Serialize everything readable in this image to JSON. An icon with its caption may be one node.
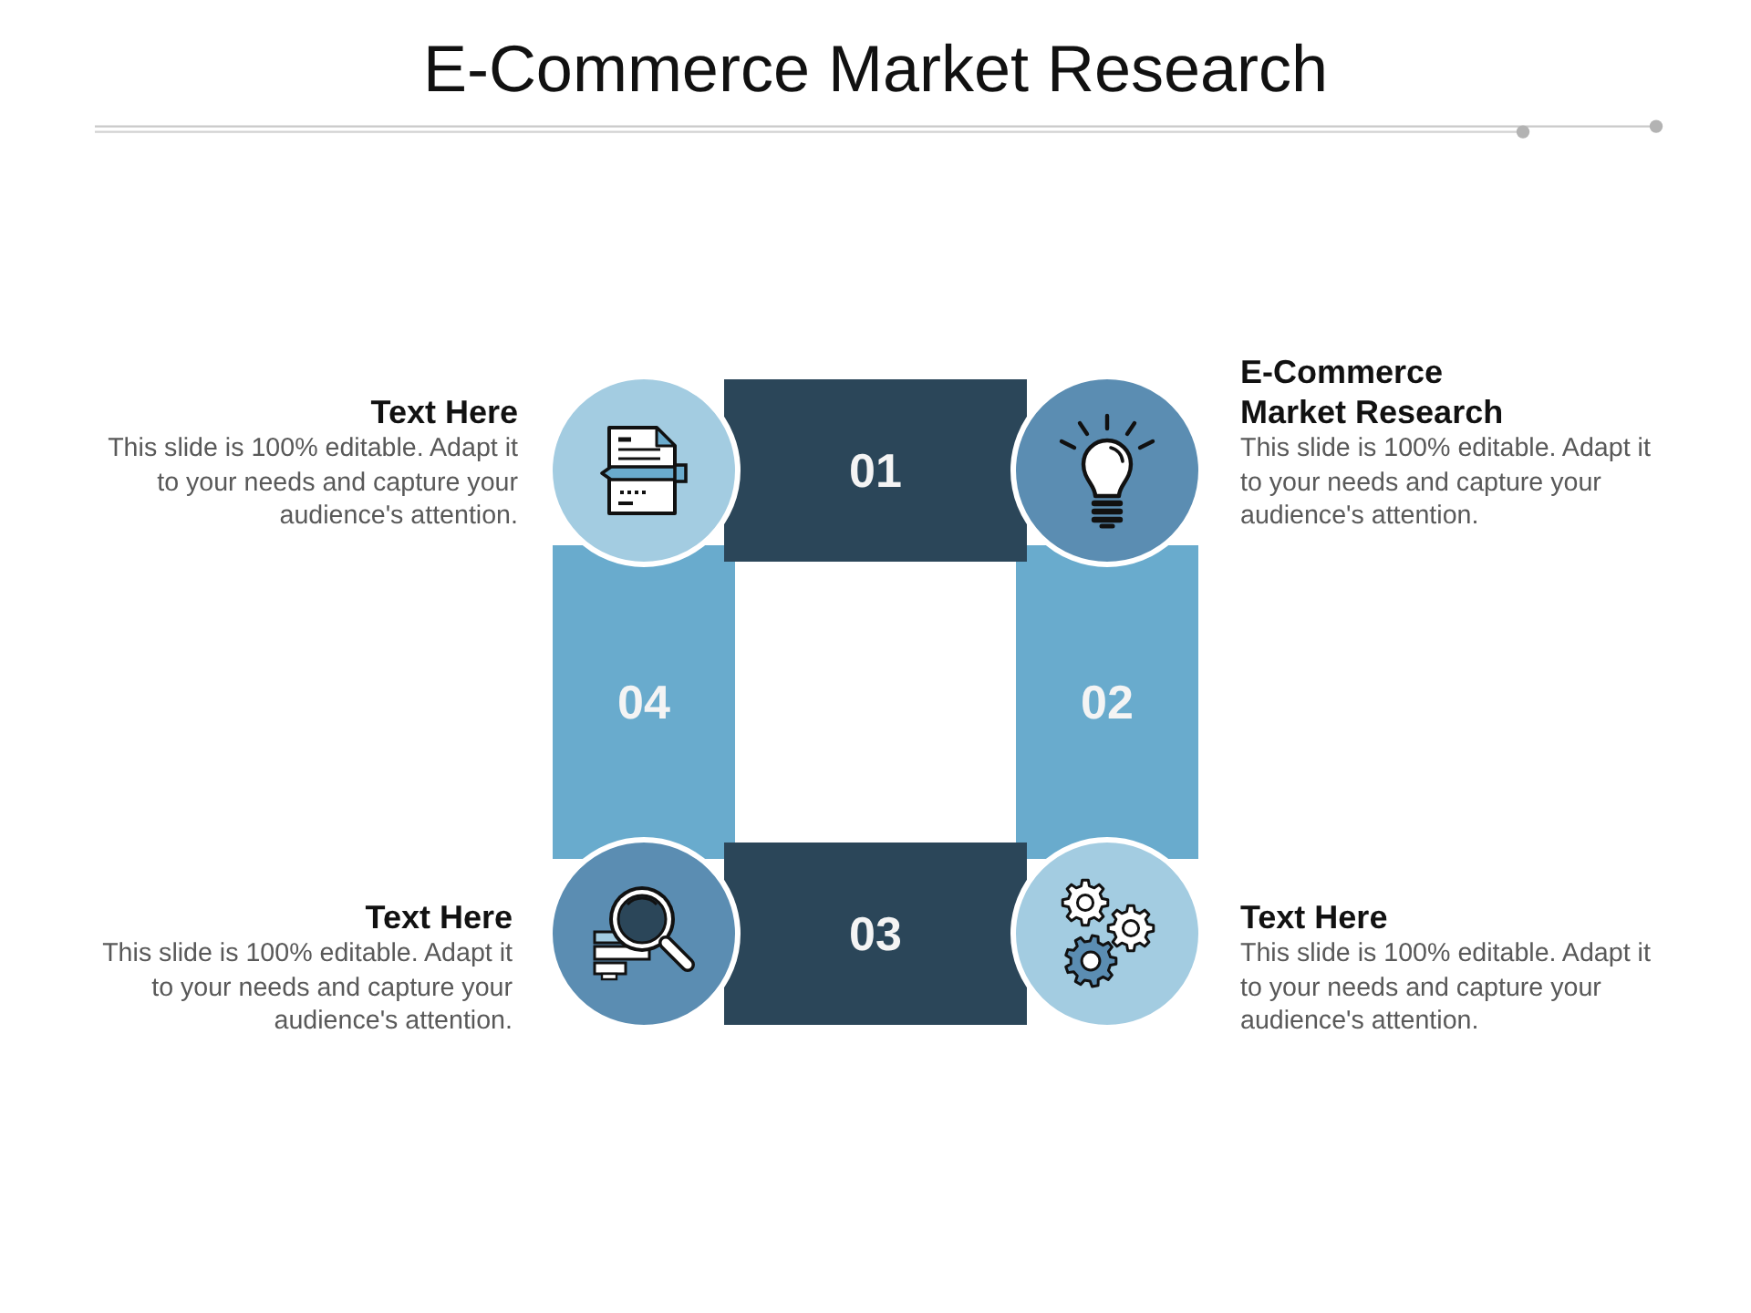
{
  "diagram": {
    "title": "E-Commerce Market Research",
    "nodes": [
      {
        "text": [],
        "shape": "circle",
        "beside": [
          "Text Here",
          "This slide is 100% editable. Adapt it to your needs and capture your audience's attention."
        ]
      },
      {
        "text": [
          "01"
        ]
      },
      {
        "text": [],
        "shape": "circle",
        "beside": [
          "E-Commerce Market Research",
          "This slide is 100% editable. Adapt it to your needs and capture your audience's attention."
        ]
      },
      {
        "text": [
          "04"
        ]
      },
      {
        "text": [
          "02"
        ]
      },
      {
        "text": [],
        "shape": "circle",
        "beside": [
          "Text Here",
          "This slide is 100% editable. Adapt it to your needs and capture your audience's attention."
        ]
      },
      {
        "text": [
          "03"
        ]
      },
      {
        "text": [],
        "shape": "circle",
        "beside": [
          "Text Here",
          "This slide is 100% editable. Adapt it to your needs and capture your audience's attention."
        ]
      }
    ]
  }
}
